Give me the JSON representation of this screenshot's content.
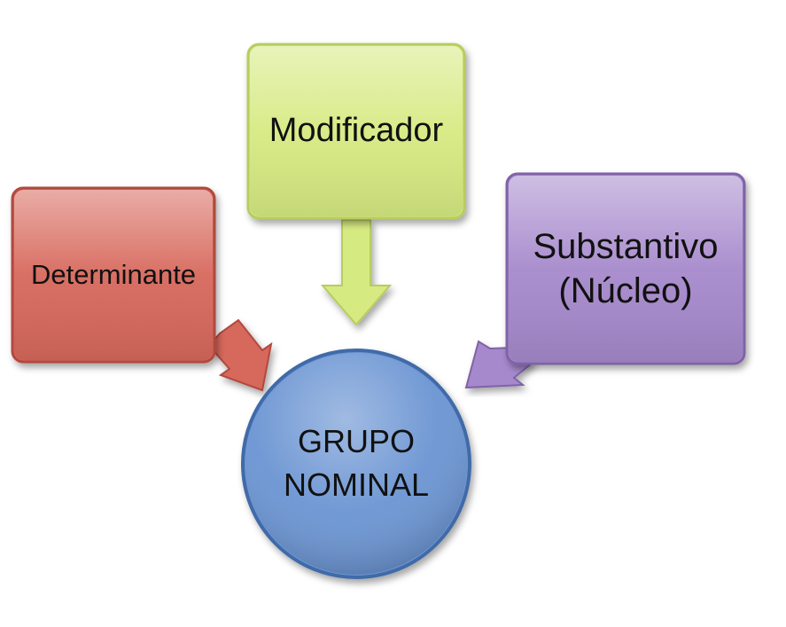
{
  "diagram": {
    "center": {
      "label": "GRUPO\nNOMINAL",
      "color": "#6d96d3",
      "border_color": "#3f6aa8"
    },
    "nodes": [
      {
        "id": "determinante",
        "label": "Determinante",
        "color": "#d7685c",
        "border_color": "#b24a3e"
      },
      {
        "id": "modificador",
        "label": "Modificador",
        "color": "#d6ea82",
        "border_color": "#b7cd5e"
      },
      {
        "id": "substantivo",
        "label": "Substantivo\n(Núcleo)",
        "color": "#a689cc",
        "border_color": "#7f63a8"
      }
    ],
    "edges": [
      {
        "from": "determinante",
        "to": "center"
      },
      {
        "from": "modificador",
        "to": "center"
      },
      {
        "from": "substantivo",
        "to": "center"
      }
    ]
  }
}
